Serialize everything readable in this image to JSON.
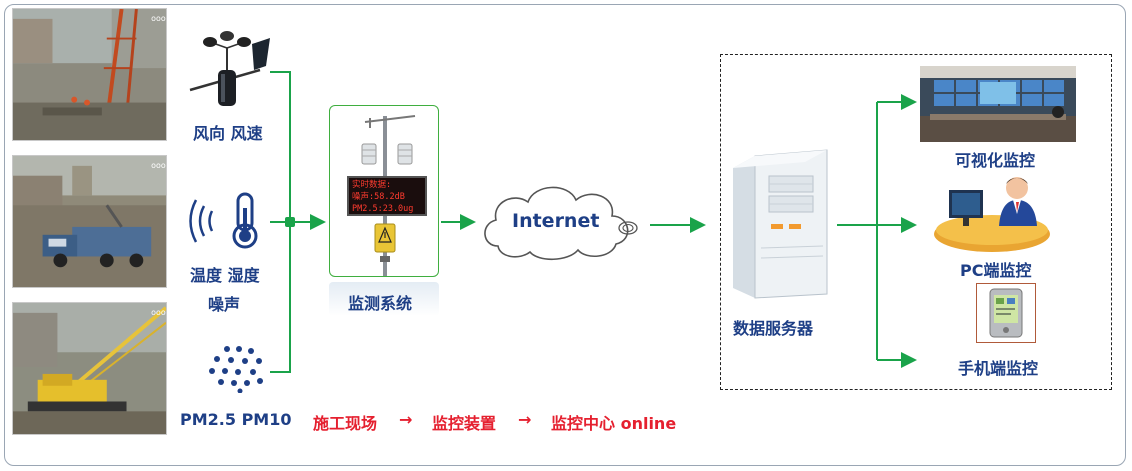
{
  "sensors": {
    "wind_label": "风向 风速",
    "temp_humidity_label": "温度 湿度",
    "noise_label": "噪声",
    "particulate_label": "PM2.5 PM10"
  },
  "station": {
    "label": "监测系统",
    "led_lines": [
      "实时数据:",
      "噪声:58.2dB",
      "PM2.5:23.0ug"
    ]
  },
  "network": {
    "label": "Internet"
  },
  "server": {
    "label": "数据服务器"
  },
  "clients": {
    "visual": "可视化监控",
    "pc": "PC端监控",
    "mobile": "手机端监控"
  },
  "flow": {
    "step1": "施工现场",
    "arrow": "→",
    "step2": "监控装置",
    "step3": "监控中心 online"
  },
  "colors": {
    "line_green": "#1aa34a",
    "label_blue": "#1e3f86",
    "flow_red": "#e5202f"
  }
}
